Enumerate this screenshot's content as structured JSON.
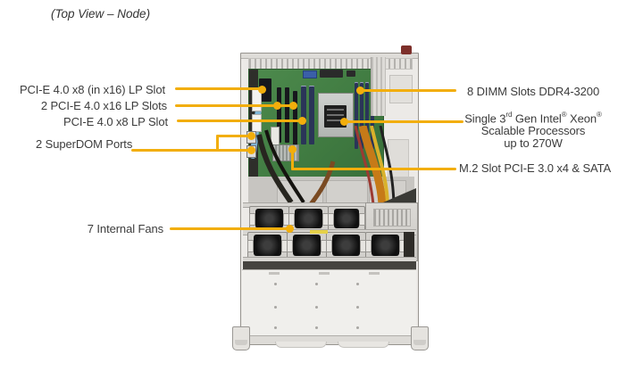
{
  "title": "(Top View – Node)",
  "colors": {
    "callout": "#F2AE0C",
    "text": "#3C3C3C",
    "board": "#45813F",
    "dimm": "#2A3558",
    "chassis": "#ECEAE7"
  },
  "labels": {
    "pcie_x8_x16": "PCI-E 4.0 x8 (in x16) LP Slot",
    "pcie_x16": "2 PCI-E 4.0 x16 LP Slots",
    "pcie_x8": "PCI-E 4.0 x8 LP Slot",
    "superdom": "2 SuperDOM Ports",
    "fans": "7 Internal Fans",
    "dimm": "8 DIMM Slots DDR4-3200",
    "m2": "M.2 Slot PCI-E 3.0 x4 & SATA",
    "cpu": {
      "pre": "Single 3",
      "sup1": "rd",
      "mid": " Gen Intel",
      "sup2": "®",
      "xeon": " Xeon",
      "sup3": "®",
      "line2": "Scalable Processors",
      "line3": "up to 270W"
    }
  }
}
